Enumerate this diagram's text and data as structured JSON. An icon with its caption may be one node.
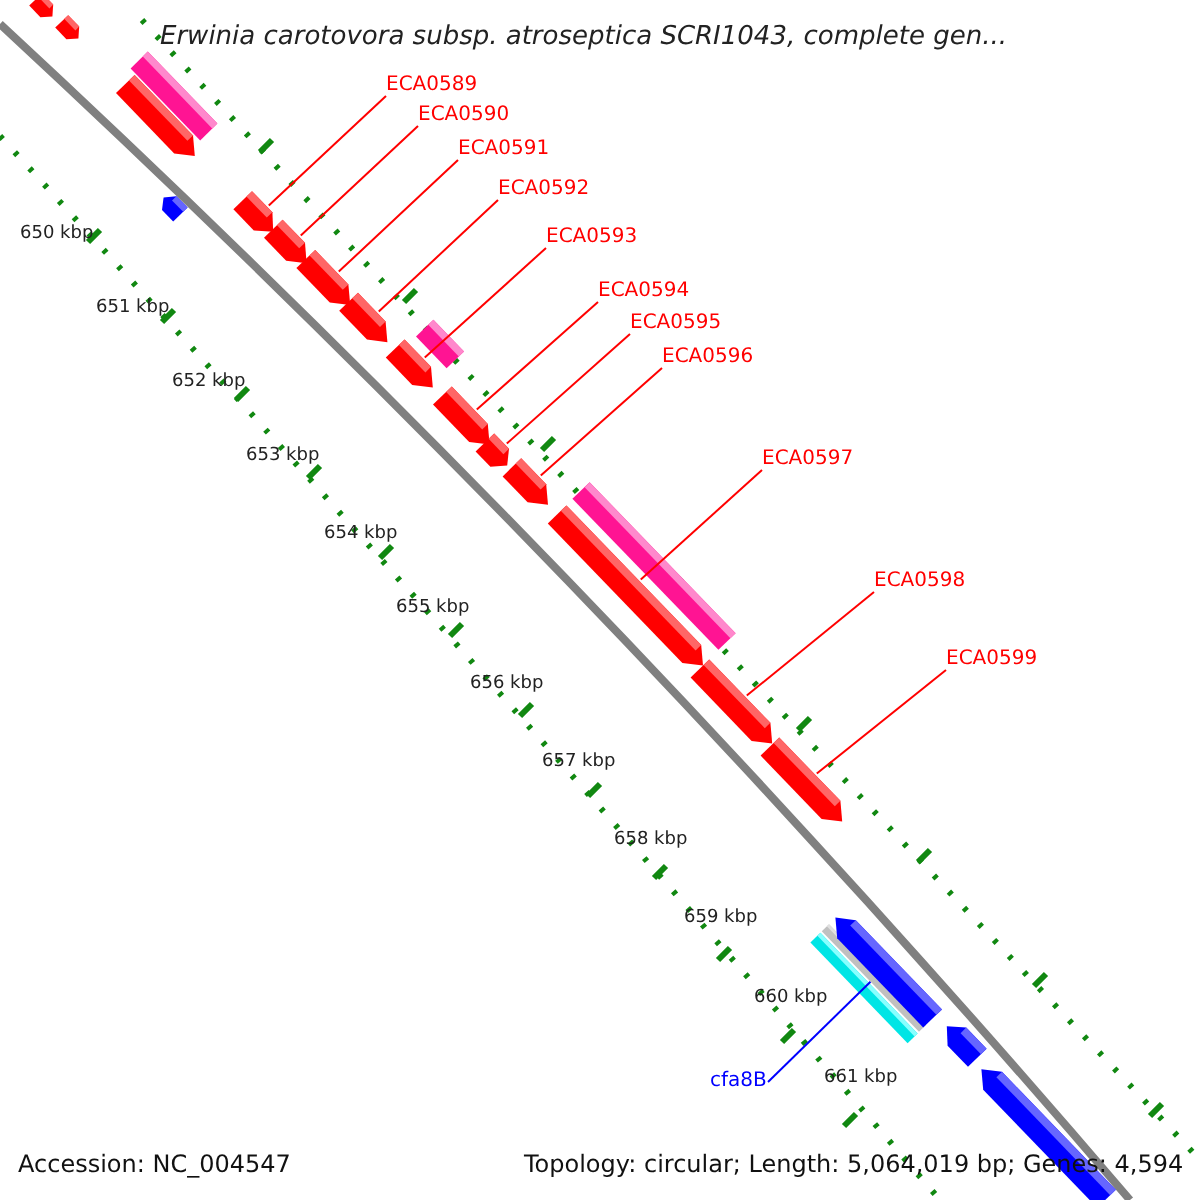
{
  "diagram": {
    "title": "Erwinia carotovora subsp. atroseptica SCRI1043, complete gen...",
    "nodes": [
      {
        "text": [
          "ECA0589"
        ]
      },
      {
        "text": [
          "ECA0590"
        ]
      },
      {
        "text": [
          "ECA0591"
        ]
      },
      {
        "text": [
          "ECA0592"
        ]
      },
      {
        "text": [
          "ECA0593"
        ]
      },
      {
        "text": [
          "ECA0594"
        ]
      },
      {
        "text": [
          "ECA0595"
        ]
      },
      {
        "text": [
          "ECA0596"
        ]
      },
      {
        "text": [
          "ECA0597"
        ]
      },
      {
        "text": [
          "ECA0598"
        ]
      },
      {
        "text": [
          "ECA0599"
        ]
      },
      {
        "text": [
          "cfa8B"
        ]
      },
      {
        "text": [],
        "shape": "bar"
      },
      {
        "text": [],
        "shape": "bar"
      },
      {
        "text": [],
        "shape": "bar"
      },
      {
        "text": [],
        "shape": "bar"
      },
      {
        "text": [],
        "shape": "bar"
      },
      {
        "text": [],
        "shape": "bar"
      },
      {
        "text": [],
        "shape": "bar"
      },
      {
        "text": [],
        "shape": "bar"
      },
      {
        "text": [],
        "shape": "bar"
      },
      {
        "text": [],
        "shape": "bar"
      },
      {
        "text": [],
        "shape": "bar"
      },
      {
        "text": [],
        "shape": "bar"
      },
      {
        "text": [],
        "shape": "bar"
      },
      {
        "text": [],
        "shape": "bar"
      },
      {
        "text": [],
        "shape": "bar"
      },
      {
        "text": [],
        "shape": "bar"
      },
      {
        "text": [],
        "shape": "bar"
      },
      {
        "text": [],
        "shape": "bar"
      },
      {
        "text": [],
        "shape": "bar"
      },
      {
        "text": [],
        "shape": "bar"
      },
      {
        "text": [],
        "shape": "bar"
      },
      {
        "text": [],
        "shape": "bar"
      },
      {
        "text": [],
        "shape": "bar"
      }
    ],
    "edges": [
      {
        "from": 0,
        "to": 17,
        "arrow": "none"
      },
      {
        "from": 1,
        "to": 18,
        "arrow": "none"
      },
      {
        "from": 2,
        "to": 19,
        "arrow": "none"
      },
      {
        "from": 3,
        "to": 20,
        "arrow": "none"
      },
      {
        "from": 4,
        "to": 21,
        "arrow": "none"
      },
      {
        "from": 5,
        "to": 22,
        "arrow": "none"
      },
      {
        "from": 6,
        "to": 23,
        "arrow": "none"
      },
      {
        "from": 7,
        "to": 24,
        "arrow": "none"
      },
      {
        "from": 8,
        "to": 25,
        "arrow": "none"
      },
      {
        "from": 9,
        "to": 26,
        "arrow": "none"
      },
      {
        "from": 10,
        "to": 27,
        "arrow": "none"
      },
      {
        "from": 11,
        "to": 31,
        "arrow": "none",
        "color": "#0000ff"
      }
    ],
    "labels": [
      "650 kbp",
      "651 kbp",
      "652 kbp",
      "653 kbp",
      "654 kbp",
      "655 kbp",
      "656 kbp",
      "657 kbp",
      "658 kbp",
      "659 kbp",
      "660 kbp",
      "661 kbp",
      "Accession: NC_004547",
      "Topology: circular; Length: 5,064,019 bp; Genes: 4,594"
    ]
  }
}
